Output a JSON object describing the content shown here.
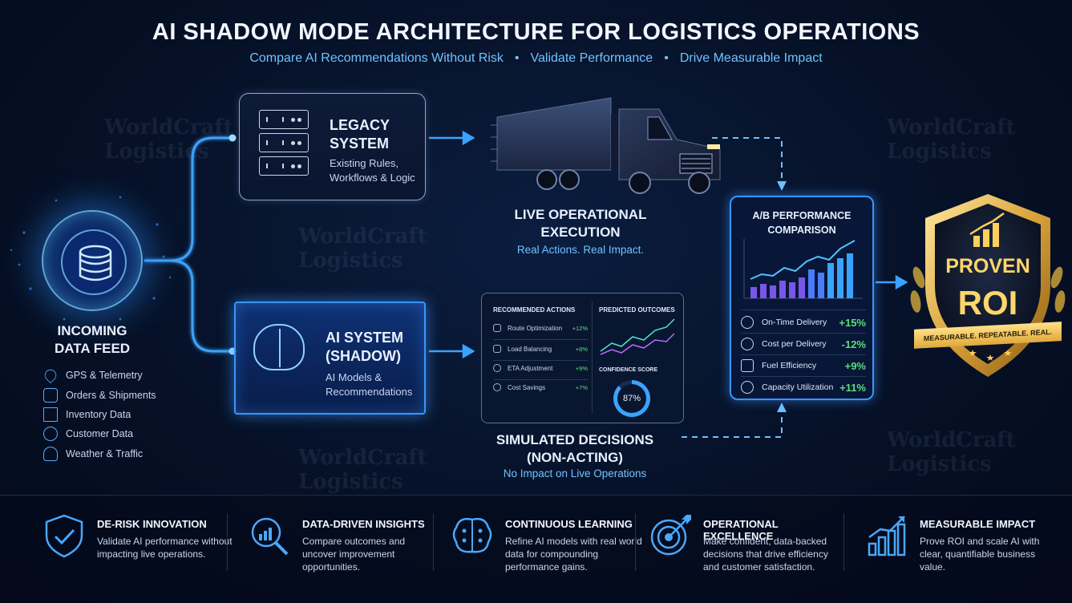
{
  "header": {
    "title": "AI SHADOW MODE ARCHITECTURE FOR LOGISTICS OPERATIONS",
    "subtitle": [
      "Compare AI Recommendations Without Risk",
      "Validate Performance",
      "Drive Measurable Impact"
    ],
    "subtitle_sep": "•"
  },
  "watermark": {
    "line1": "WorldCraft",
    "line2": "Logistics"
  },
  "incoming": {
    "title_line1": "INCOMING",
    "title_line2": "DATA FEED",
    "items": [
      {
        "label": "GPS & Telemetry",
        "icon": "location-pin-icon"
      },
      {
        "label": "Orders & Shipments",
        "icon": "package-icon"
      },
      {
        "label": "Inventory Data",
        "icon": "warehouse-icon"
      },
      {
        "label": "Customer Data",
        "icon": "users-icon"
      },
      {
        "label": "Weather & Traffic",
        "icon": "weather-icon"
      }
    ]
  },
  "legacy": {
    "title_line1": "LEGACY",
    "title_line2": "SYSTEM",
    "desc_line1": "Existing Rules,",
    "desc_line2": "Workflows & Logic"
  },
  "ai_system": {
    "title_line1": "AI SYSTEM",
    "title_line2": "(SHADOW)",
    "desc_line1": "AI Models &",
    "desc_line2": "Recommendations"
  },
  "live": {
    "title_line1": "LIVE OPERATIONAL",
    "title_line2": "EXECUTION",
    "subtitle": "Real Actions. Real Impact."
  },
  "simulated": {
    "title_line1": "SIMULATED DECISIONS",
    "title_line2": "(NON-ACTING)",
    "subtitle": "No Impact on Live Operations",
    "recommended_header": "RECOMMENDED ACTIONS",
    "predicted_header": "PREDICTED OUTCOMES",
    "confidence_header": "CONFIDENCE SCORE",
    "confidence_value": "87%",
    "confidence_fraction": 0.87,
    "actions": [
      {
        "label": "Route Optimization",
        "value": "+12%"
      },
      {
        "label": "Load Balancing",
        "value": "+8%"
      },
      {
        "label": "ETA Adjustment",
        "value": "+9%"
      },
      {
        "label": "Cost Savings",
        "value": "+7%"
      }
    ]
  },
  "ab": {
    "title_line1": "A/B PERFORMANCE",
    "title_line2": "COMPARISON",
    "metrics": [
      {
        "label": "On-Time Delivery",
        "value": "+15%",
        "icon": "check-circle-icon"
      },
      {
        "label": "Cost per Delivery",
        "value": "-12%",
        "icon": "dollar-icon"
      },
      {
        "label": "Fuel Efficiency",
        "value": "+9%",
        "icon": "fuel-icon"
      },
      {
        "label": "Capacity Utilization",
        "value": "+11%",
        "icon": "gauge-icon"
      }
    ]
  },
  "badge": {
    "line1": "PROVEN",
    "line2": "ROI",
    "ribbon": "MEASURABLE. REPEATABLE. REAL."
  },
  "features": [
    {
      "title": "DE-RISK INNOVATION",
      "desc": "Validate AI performance without impacting live operations.",
      "icon": "shield-check-icon"
    },
    {
      "title": "DATA-DRIVEN INSIGHTS",
      "desc": "Compare outcomes and uncover improvement opportunities.",
      "icon": "magnifier-chart-icon"
    },
    {
      "title": "CONTINUOUS LEARNING",
      "desc": "Refine AI models with real world data for compounding performance gains.",
      "icon": "brain-icon"
    },
    {
      "title": "OPERATIONAL EXCELLENCE",
      "desc": "Make confident, data-backed decisions that drive efficiency and customer satisfaction.",
      "icon": "target-icon"
    },
    {
      "title": "MEASURABLE IMPACT",
      "desc": "Prove ROI and scale AI with clear, quantifiable business value.",
      "icon": "growth-chart-icon"
    }
  ]
}
